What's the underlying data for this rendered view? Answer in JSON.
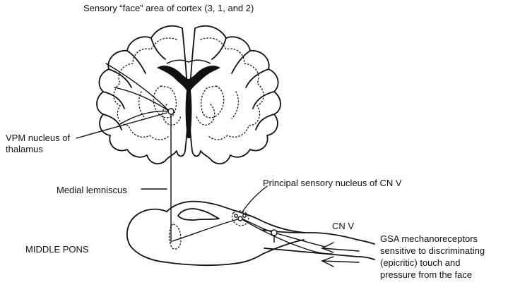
{
  "labels": {
    "cortex_area": "Sensory “face” area of cortex (3, 1, and 2)",
    "vpm_line1": "VPM nucleus of",
    "vpm_line2": "thalamus",
    "medial_lemniscus": "Medial lemniscus",
    "principal_nucleus": "Principal sensory nucleus of CN V",
    "cn_v": "CN V",
    "middle_pons": "MIDDLE PONS",
    "gsa_line1": "GSA mechanoreceptors",
    "gsa_line2": "sensitive to discriminating",
    "gsa_line3": "(epicritic) touch and",
    "gsa_line4": "pressure from the face"
  },
  "colors": {
    "ink": "#111111",
    "paper": "#ffffff"
  }
}
